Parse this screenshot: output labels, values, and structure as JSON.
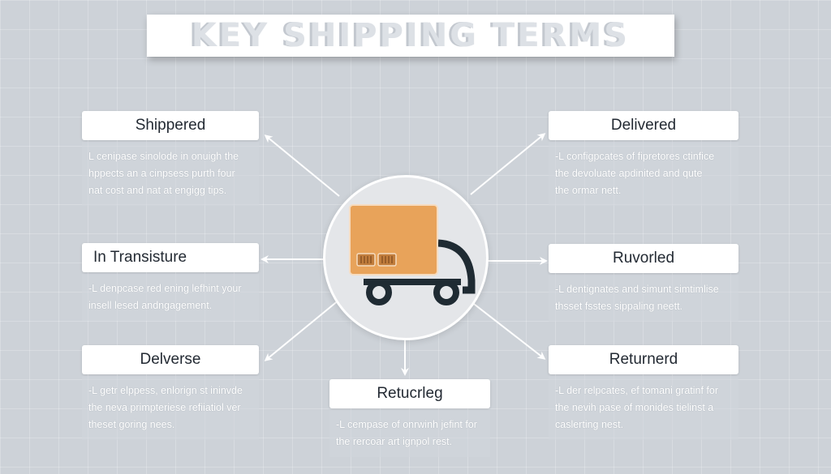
{
  "title": "KEY SHIPPING TERMS",
  "colors": {
    "background": "#cdd2d8",
    "box_orange": "#e8a35a",
    "truck_dark": "#1f2b33",
    "hub_fill": "#e4e6e9",
    "label_text": "#232a33"
  },
  "hub": {
    "icon": "delivery-truck-icon"
  },
  "terms": [
    {
      "id": "shippered",
      "label": "Shippered",
      "description": [
        "L cenipase sinolode in onuigh the",
        "hppects an a cinpsess purth four",
        "nat cost and nat at engigg tips."
      ]
    },
    {
      "id": "delivered",
      "label": "Delivered",
      "description": [
        "-L configpcates of fipretores ctinfice",
        "the devoluate apdinited and qute",
        "the ormar nett."
      ]
    },
    {
      "id": "in-transisture",
      "label": "In Transisture",
      "description": [
        "-L denpcase red ening lefhint your",
        "insell lesed andngagement."
      ]
    },
    {
      "id": "ruvorled",
      "label": "Ruvorled",
      "description": [
        "-L dentignates and simunt simtimlise",
        "thsset fsstes sippaling neett."
      ]
    },
    {
      "id": "delverse",
      "label": "Delverse",
      "description": [
        "-L getr elppess, enlorign st ininvde",
        "the neva primpteriese refiiatiol ver",
        "theset goring nees."
      ]
    },
    {
      "id": "returnerd",
      "label": "Returnerd",
      "description": [
        "-L der relpcates, ef tomani gratinf for",
        "the nevih pase of monides tielinst a",
        "caslerting nest."
      ]
    },
    {
      "id": "retucrleg",
      "label": "Retucrleg",
      "description": [
        "-L cempase of onrwinh jefint for",
        "the rercoar art ignpol rest."
      ]
    }
  ]
}
